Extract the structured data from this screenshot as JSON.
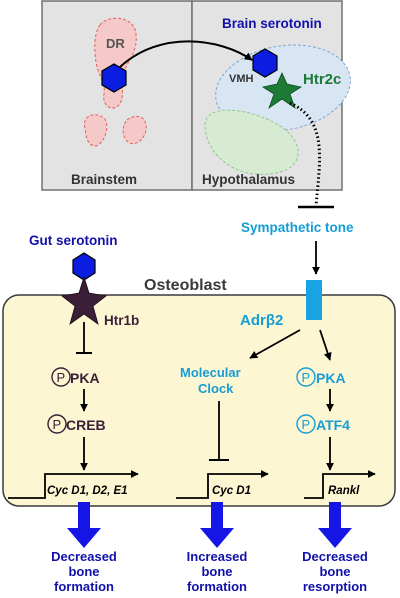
{
  "colors": {
    "brain_panel_fill": "#e3e3e3",
    "brain_panel_stroke": "#707070",
    "osteoblast_fill": "#fcf6d2",
    "osteoblast_stroke": "#3a3a3a",
    "serotonin_blue": "#1111aa",
    "hexagon_blue": "#0a1de0",
    "cyan": "#159dd6",
    "green": "#1d7a35",
    "dark_purple": "#3a1f37",
    "dr_pink": "#f6c9c9",
    "vmh_blue": "#d8e6f4",
    "green_area": "#d7ebd2",
    "arrow_blue": "#1515e6"
  },
  "icons": {
    "serotonin_molecule": "hexagon-icon",
    "receptor": "star-icon",
    "gene_promoter": "bent-arrow-icon",
    "phosphate": "circled-p-icon"
  },
  "brain": {
    "title": "Brain serotonin",
    "dr_label": "DR",
    "vmh_label": "VMH",
    "receptor_label": "Htr2c",
    "brainstem_label": "Brainstem",
    "hypothalamus_label": "Hypothalamus"
  },
  "sympathetic_tone": "Sympathetic tone",
  "gut_serotonin": "Gut serotonin",
  "osteoblast": {
    "title": "Osteoblast",
    "gut_receptor": "Htr1b",
    "adr_receptor": "Adrβ2",
    "left": {
      "phospho_1": "PKA",
      "phospho_2": "CREB",
      "genes": "Cyc D1, D2, E1"
    },
    "middle": {
      "label_line1": "Molecular",
      "label_line2": "Clock",
      "genes": "Cyc D1"
    },
    "right": {
      "phospho_1": "PKA",
      "phospho_2": "ATF4",
      "genes": "Rankl"
    }
  },
  "phosphate_symbol": "P",
  "outcomes": [
    {
      "line1": "Decreased",
      "line2": "bone",
      "line3": "formation"
    },
    {
      "line1": "Increased",
      "line2": "bone",
      "line3": "formation"
    },
    {
      "line1": "Decreased",
      "line2": "bone",
      "line3": "resorption"
    }
  ]
}
